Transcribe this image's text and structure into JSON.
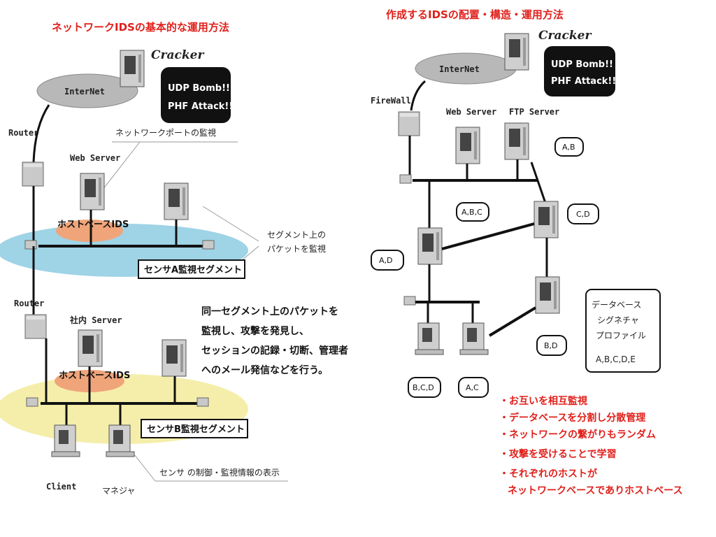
{
  "left": {
    "title": "ネットワークIDSの基本的な運用方法",
    "internet": "InterNet",
    "cracker": "Cracker",
    "attack_lines": [
      "UDP Bomb!!",
      "PHF Attack!!"
    ],
    "router1": "Router",
    "port_monitor": "ネットワークポートの監視",
    "web_server": "Web Server",
    "host_ids_1": "ホストベースIDS",
    "segment_note_lines": [
      "セグメント上の",
      "パケットを監視"
    ],
    "sensor_a": "センサA監視セグメント",
    "router2": "Router",
    "intra_server": "社内 Server",
    "host_ids_2": "ホストベースIDS",
    "sensor_b": "センサB監視セグメント",
    "client": "Client",
    "manager": "マネジャ",
    "sensor_ctrl": "センサ の制御・監視情報の表示"
  },
  "center_desc_lines": [
    "同一セグメント上のパケットを",
    "監視し、攻撃を発見し、",
    "セッションの記録・切断、管理者",
    "へのメール発信などを行う。"
  ],
  "right": {
    "title": "作成するIDSの配置・構造・運用方法",
    "internet": "InterNet",
    "cracker": "Cracker",
    "attack_lines": [
      "UDP Bomb!!",
      "PHF Attack!!"
    ],
    "firewall": "FireWall",
    "web_server": "Web Server",
    "ftp_server": "FTP Server",
    "tags": [
      "A,B",
      "A,B,C",
      "C,D",
      "A,D",
      "B,D",
      "B,C,D",
      "A,C"
    ],
    "db_box_lines": [
      "データベース",
      "シグネチャ",
      "プロファイル",
      "A,B,C,D,E"
    ],
    "features": [
      "・お互いを相互監視",
      "・データベースを分割し分散管理",
      "・ネットワークの繋がりもランダム",
      "・攻撃を受けることで学習",
      "・それぞれのホストが",
      "ネットワークベースでありホストベース"
    ]
  }
}
